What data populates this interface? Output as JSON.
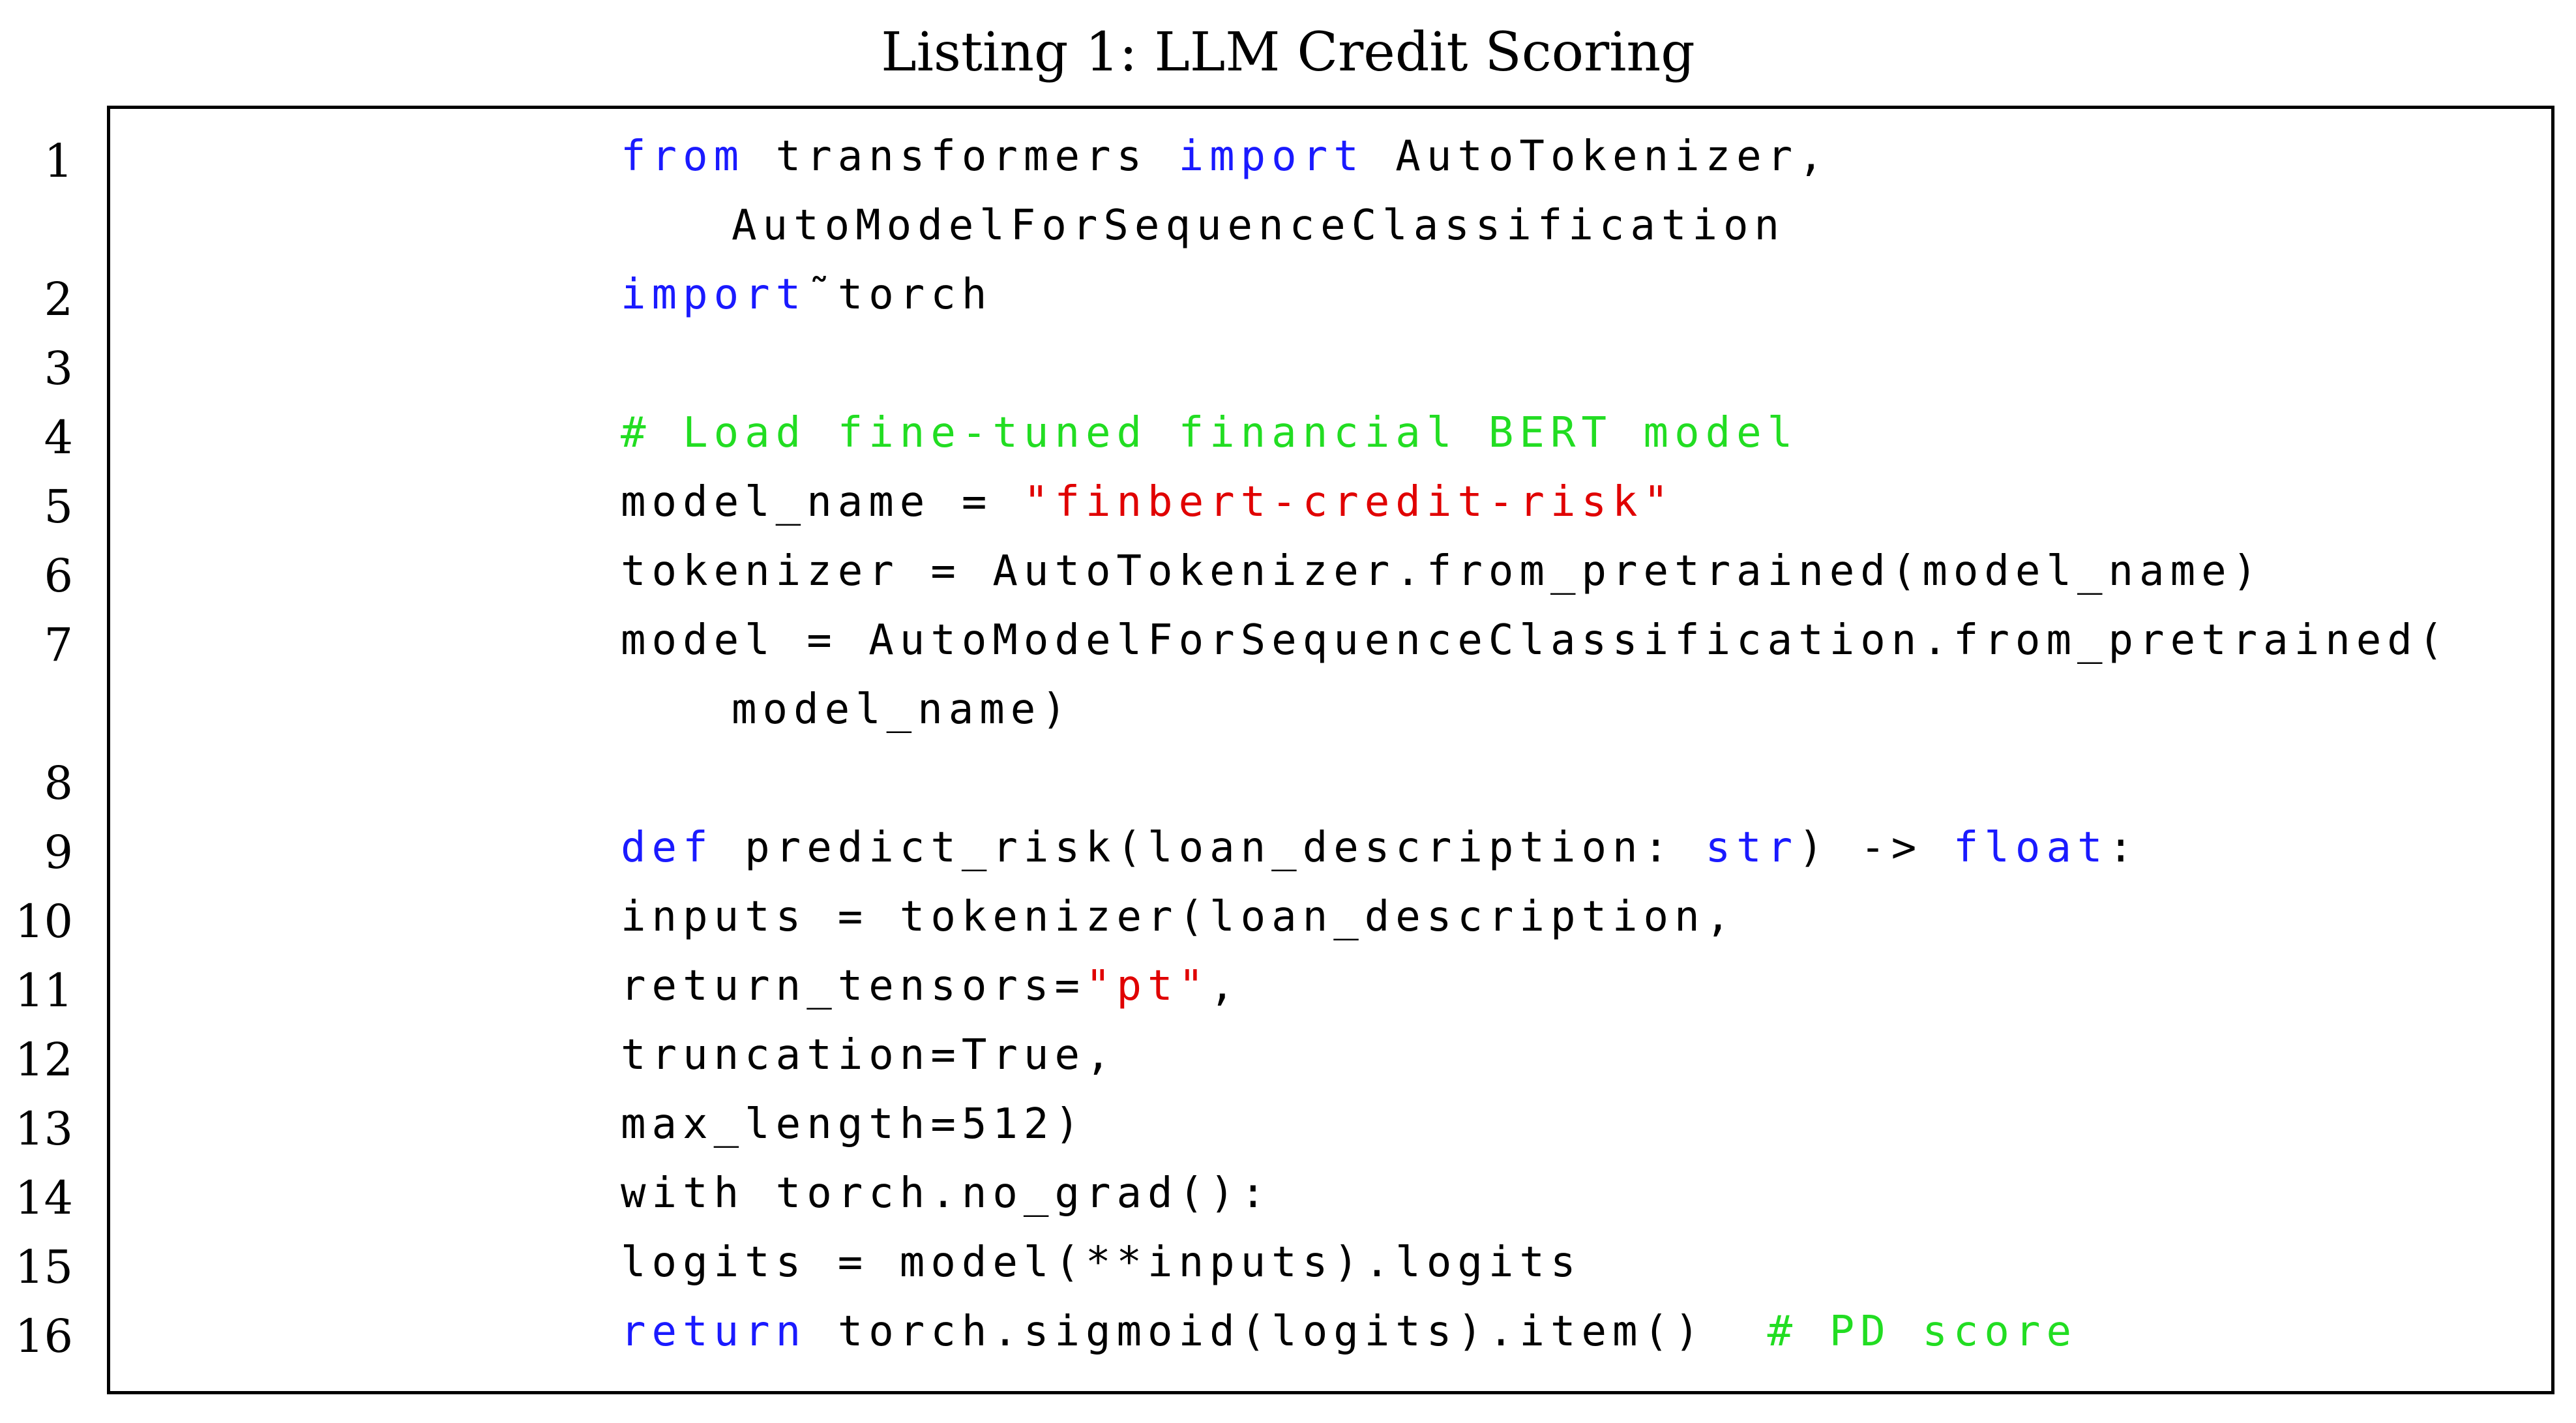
{
  "caption": "Listing 1: LLM Credit Scoring",
  "colors": {
    "keyword": "#1a1aff",
    "string": "#e00000",
    "comment": "#22dd22",
    "text": "#000000"
  },
  "lines": [
    {
      "num": "1",
      "tokens": [
        {
          "t": "from",
          "c": "kw"
        },
        {
          "t": " transformers "
        },
        {
          "t": "import",
          "c": "kw"
        },
        {
          "t": " AutoTokenizer,"
        }
      ]
    },
    {
      "num": "",
      "cont": true,
      "tokens": [
        {
          "t": "AutoModelForSequenceClassification"
        }
      ]
    },
    {
      "num": "2",
      "tokens": [
        {
          "t": "import",
          "c": "kw"
        },
        {
          "t": "˜torch"
        }
      ]
    },
    {
      "num": "3",
      "tokens": []
    },
    {
      "num": "4",
      "tokens": [
        {
          "t": "# Load fine-tuned financial BERT model",
          "c": "cm"
        }
      ]
    },
    {
      "num": "5",
      "tokens": [
        {
          "t": "model_name = "
        },
        {
          "t": "\"finbert-credit-risk\"",
          "c": "str"
        }
      ]
    },
    {
      "num": "6",
      "tokens": [
        {
          "t": "tokenizer = AutoTokenizer.from_pretrained(model_name)"
        }
      ]
    },
    {
      "num": "7",
      "tokens": [
        {
          "t": "model = AutoModelForSequenceClassification.from_pretrained("
        }
      ]
    },
    {
      "num": "",
      "cont": true,
      "tokens": [
        {
          "t": "model_name)"
        }
      ]
    },
    {
      "num": "8",
      "tokens": []
    },
    {
      "num": "9",
      "tokens": [
        {
          "t": "def",
          "c": "kw"
        },
        {
          "t": " predict_risk(loan_description: "
        },
        {
          "t": "str",
          "c": "kw"
        },
        {
          "t": ") -> "
        },
        {
          "t": "float",
          "c": "kw"
        },
        {
          "t": ":"
        }
      ]
    },
    {
      "num": "10",
      "tokens": [
        {
          "t": "inputs = tokenizer(loan_description,"
        }
      ]
    },
    {
      "num": "11",
      "tokens": [
        {
          "t": "return_tensors="
        },
        {
          "t": "\"pt\"",
          "c": "str"
        },
        {
          "t": ","
        }
      ]
    },
    {
      "num": "12",
      "tokens": [
        {
          "t": "truncation=True,"
        }
      ]
    },
    {
      "num": "13",
      "tokens": [
        {
          "t": "max_length=512)"
        }
      ]
    },
    {
      "num": "14",
      "tokens": [
        {
          "t": "with torch.no_grad():"
        }
      ]
    },
    {
      "num": "15",
      "tokens": [
        {
          "t": "logits = model(**inputs).logits"
        }
      ]
    },
    {
      "num": "16",
      "tokens": [
        {
          "t": "return",
          "c": "kw"
        },
        {
          "t": " torch.sigmoid(logits).item()  "
        },
        {
          "t": "# PD score",
          "c": "cm"
        }
      ]
    }
  ]
}
